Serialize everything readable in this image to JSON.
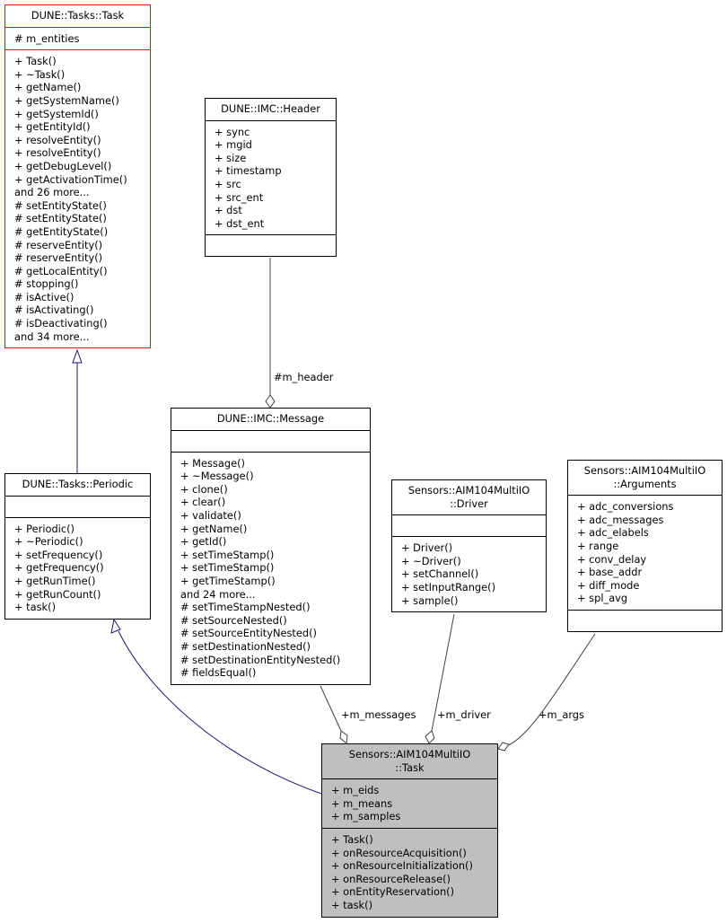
{
  "classes": {
    "task": {
      "title": [
        "DUNE::Tasks::Task"
      ],
      "sections": [
        [
          "# m_entities"
        ],
        [
          "+ Task()",
          "+ ~Task()",
          "+ getName()",
          "+ getSystemName()",
          "+ getSystemId()",
          "+ getEntityId()",
          "+ resolveEntity()",
          "+ resolveEntity()",
          "+ getDebugLevel()",
          "+ getActivationTime()",
          "and 26 more...",
          "# setEntityState()",
          "# setEntityState()",
          "# getEntityState()",
          "# reserveEntity()",
          "# reserveEntity()",
          "# getLocalEntity()",
          "# stopping()",
          "# isActive()",
          "# isActivating()",
          "# isDeactivating()",
          "and 34 more..."
        ]
      ]
    },
    "header": {
      "title": [
        "DUNE::IMC::Header"
      ],
      "sections": [
        [
          "+ sync",
          "+ mgid",
          "+ size",
          "+ timestamp",
          "+ src",
          "+ src_ent",
          "+ dst",
          "+ dst_ent"
        ],
        []
      ]
    },
    "periodic": {
      "title": [
        "DUNE::Tasks::Periodic"
      ],
      "sections": [
        [],
        [
          "+ Periodic()",
          "+ ~Periodic()",
          "+ setFrequency()",
          "+ getFrequency()",
          "+ getRunTime()",
          "+ getRunCount()",
          "+ task()"
        ]
      ]
    },
    "message": {
      "title": [
        "DUNE::IMC::Message"
      ],
      "sections": [
        [],
        [
          "+ Message()",
          "+ ~Message()",
          "+ clone()",
          "+ clear()",
          "+ validate()",
          "+ getName()",
          "+ getId()",
          "+ setTimeStamp()",
          "+ setTimeStamp()",
          "+ getTimeStamp()",
          "and 24 more...",
          "# setTimeStampNested()",
          "# setSourceNested()",
          "# setSourceEntityNested()",
          "# setDestinationNested()",
          "# setDestinationEntityNested()",
          "# fieldsEqual()"
        ]
      ]
    },
    "driver": {
      "title": [
        "Sensors::AIM104MultiIO",
        "::Driver"
      ],
      "sections": [
        [],
        [
          "+ Driver()",
          "+ ~Driver()",
          "+ setChannel()",
          "+ setInputRange()",
          "+ sample()"
        ]
      ]
    },
    "arguments": {
      "title": [
        "Sensors::AIM104MultiIO",
        "::Arguments"
      ],
      "sections": [
        [
          "+ adc_conversions",
          "+ adc_messages",
          "+ adc_elabels",
          "+ range",
          "+ conv_delay",
          "+ base_addr",
          "+ diff_mode",
          "+ spl_avg"
        ],
        []
      ]
    },
    "aimtask": {
      "title": [
        "Sensors::AIM104MultiIO",
        "::Task"
      ],
      "sections": [
        [
          "+ m_eids",
          "+ m_means",
          "+ m_samples"
        ],
        [
          "+ Task()",
          "+ onResourceAcquisition()",
          "+ onResourceInitialization()",
          "+ onResourceRelease()",
          "+ onEntityReservation()",
          "+ task()"
        ]
      ]
    }
  },
  "edges": {
    "m_header": "#m_header",
    "m_messages": "+m_messages",
    "m_driver": "+m_driver",
    "m_args": "+m_args"
  },
  "colors": {
    "inheritance": "#191970",
    "composition": "#404040",
    "base_border": "#ff0000",
    "focus_fill": "#bfbfbf"
  }
}
